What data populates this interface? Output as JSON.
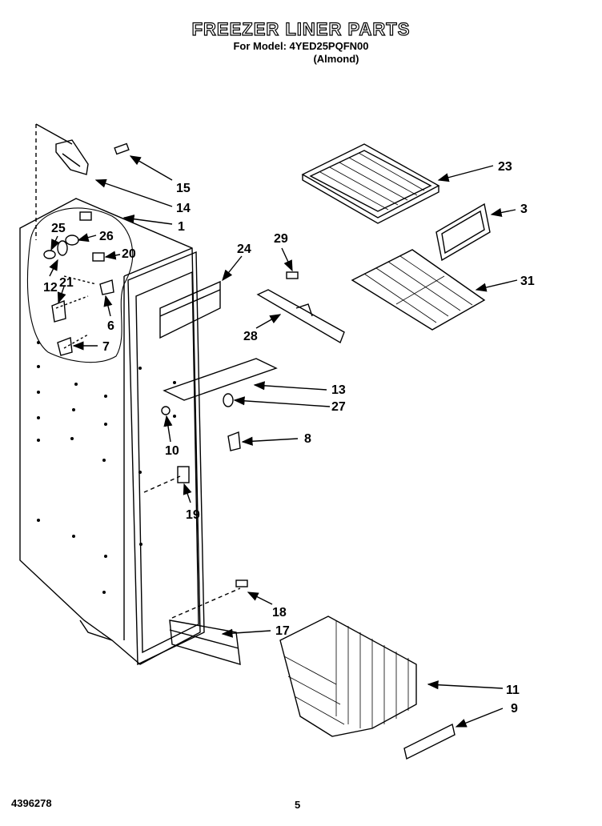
{
  "header": {
    "title": "FREEZER LINER PARTS",
    "model_line": "For Model: 4YED25PQFN00",
    "variant": "(Almond)"
  },
  "footer": {
    "doc_number": "4396278",
    "page": "5"
  },
  "callouts": [
    {
      "id": "c15",
      "text": "15"
    },
    {
      "id": "c14",
      "text": "14"
    },
    {
      "id": "c1",
      "text": "1"
    },
    {
      "id": "c25",
      "text": "25"
    },
    {
      "id": "c26",
      "text": "26"
    },
    {
      "id": "c20",
      "text": "20"
    },
    {
      "id": "c12",
      "text": "12"
    },
    {
      "id": "c21",
      "text": "21"
    },
    {
      "id": "c6",
      "text": "6"
    },
    {
      "id": "c7",
      "text": "7"
    },
    {
      "id": "c24",
      "text": "24"
    },
    {
      "id": "c29",
      "text": "29"
    },
    {
      "id": "c28",
      "text": "28"
    },
    {
      "id": "c23",
      "text": "23"
    },
    {
      "id": "c3",
      "text": "3"
    },
    {
      "id": "c31",
      "text": "31"
    },
    {
      "id": "c13",
      "text": "13"
    },
    {
      "id": "c27",
      "text": "27"
    },
    {
      "id": "c8",
      "text": "8"
    },
    {
      "id": "c10",
      "text": "10"
    },
    {
      "id": "c19",
      "text": "19"
    },
    {
      "id": "c18",
      "text": "18"
    },
    {
      "id": "c17",
      "text": "17"
    },
    {
      "id": "c11",
      "text": "11"
    },
    {
      "id": "c9",
      "text": "9"
    }
  ]
}
